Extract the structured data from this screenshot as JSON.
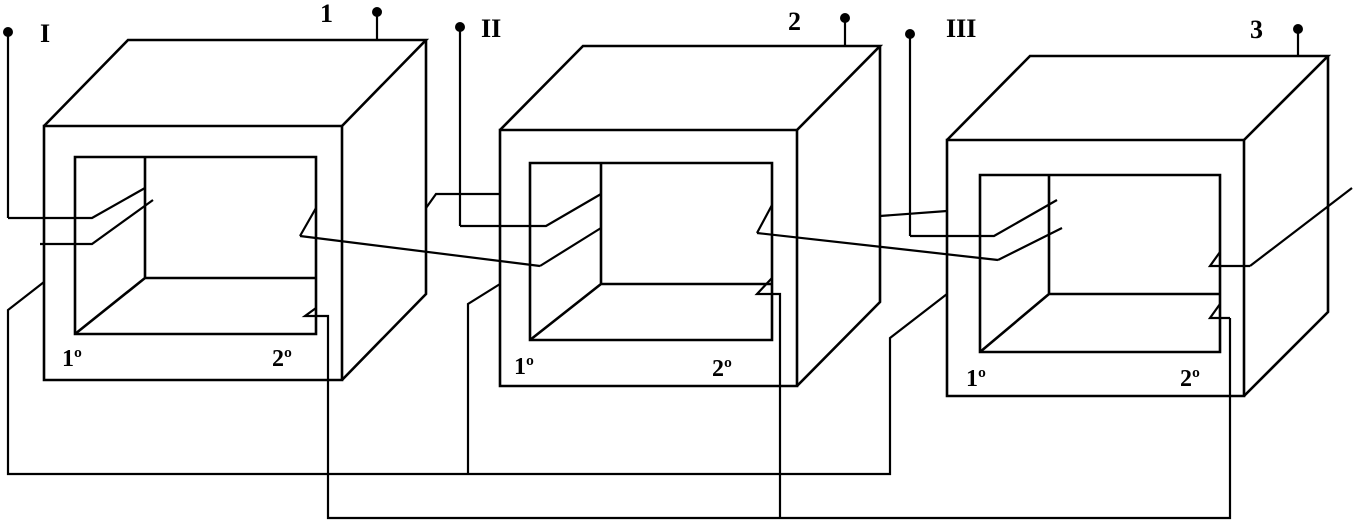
{
  "colors": {
    "line": "#000000",
    "background": "#ffffff"
  },
  "transformers": [
    {
      "id": "1",
      "name": "1",
      "phase": "I",
      "primary": "1º",
      "secondary": "2º"
    },
    {
      "id": "2",
      "name": "2",
      "phase": "II",
      "primary": "1º",
      "secondary": "2º"
    },
    {
      "id": "3",
      "name": "3",
      "phase": "III",
      "primary": "1º",
      "secondary": "2º"
    }
  ]
}
